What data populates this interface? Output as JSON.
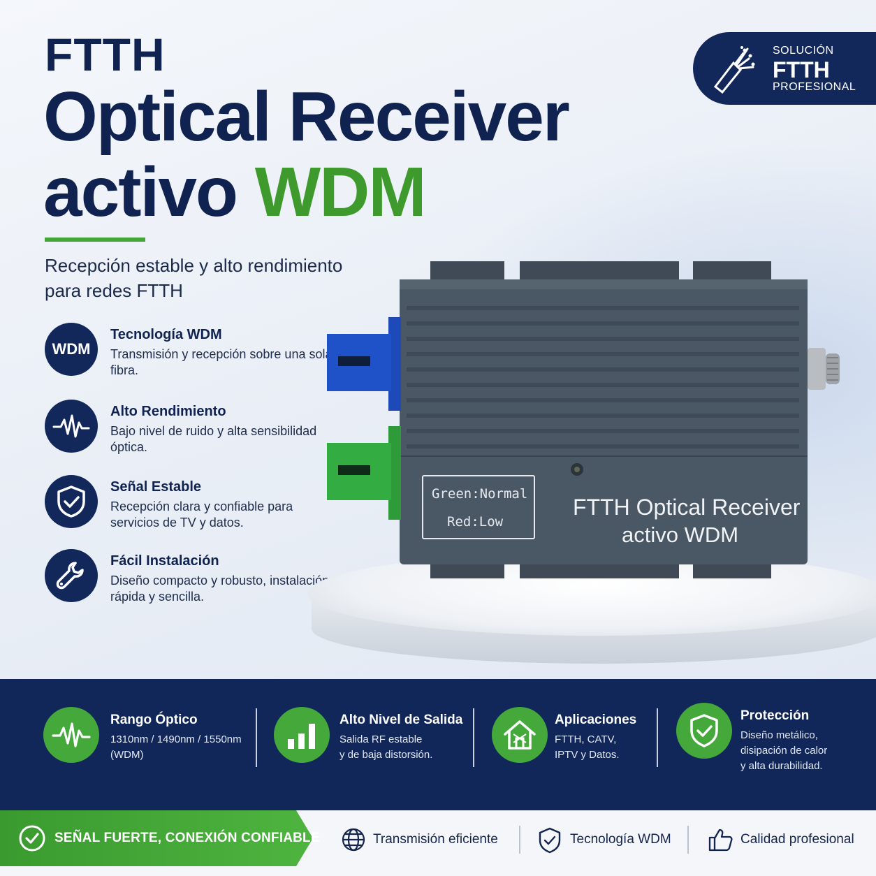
{
  "header": {
    "line1": "FTTH",
    "line2": "Optical Receiver",
    "line3_a": "activo ",
    "line3_b": "WDM",
    "subtitle": "Recepción estable y alto rendimiento para redes FTTH"
  },
  "badge": {
    "top": "SOLUCIÓN",
    "main": "FTTH",
    "bottom": "PROFESIONAL",
    "icon": "fiber-cable-icon"
  },
  "features": [
    {
      "icon": "wdm-text-icon",
      "icon_text": "WDM",
      "title": "Tecnología WDM",
      "desc": "Transmisión y recepción sobre una sola fibra."
    },
    {
      "icon": "waveform-icon",
      "title": "Alto Rendimiento",
      "desc": "Bajo nivel de ruido y alta sensibilidad óptica."
    },
    {
      "icon": "shield-check-icon",
      "title": "Señal Estable",
      "desc": "Recepción clara y confiable para servicios de TV y datos."
    },
    {
      "icon": "wrench-icon",
      "title": "Fácil Instalación",
      "desc": "Diseño compacto y robusto, instalación rápida y sencilla."
    }
  ],
  "device": {
    "led_green": "Green:Normal",
    "led_red": "Red:Low",
    "label_line1": "FTTH Optical Receiver",
    "label_line2": "activo WDM"
  },
  "specs": [
    {
      "icon": "waveform-icon",
      "title": "Rango Óptico",
      "desc": "1310nm / 1490nm / 1550nm\n(WDM)"
    },
    {
      "icon": "bar-chart-icon",
      "title": "Alto Nivel de Salida",
      "desc": "Salida RF estable\ny de baja distorsión."
    },
    {
      "icon": "house-network-icon",
      "title": "Aplicaciones",
      "desc": "FTTH, CATV,\nIPTV y Datos."
    },
    {
      "icon": "shield-check-icon",
      "title": "Protección",
      "desc": "Diseño metálico,\ndisipación de calor\ny alta durabilidad."
    }
  ],
  "bottom": {
    "banner": "SEÑAL FUERTE, CONEXIÓN CONFIABLE",
    "items": [
      {
        "icon": "globe-icon",
        "label": "Transmisión eficiente"
      },
      {
        "icon": "shield-check-icon",
        "label": "Tecnología WDM"
      },
      {
        "icon": "thumbs-up-icon",
        "label": "Calidad profesional"
      }
    ]
  },
  "colors": {
    "navy": "#12285a",
    "green": "#45a83a",
    "device": "#4a5866"
  }
}
